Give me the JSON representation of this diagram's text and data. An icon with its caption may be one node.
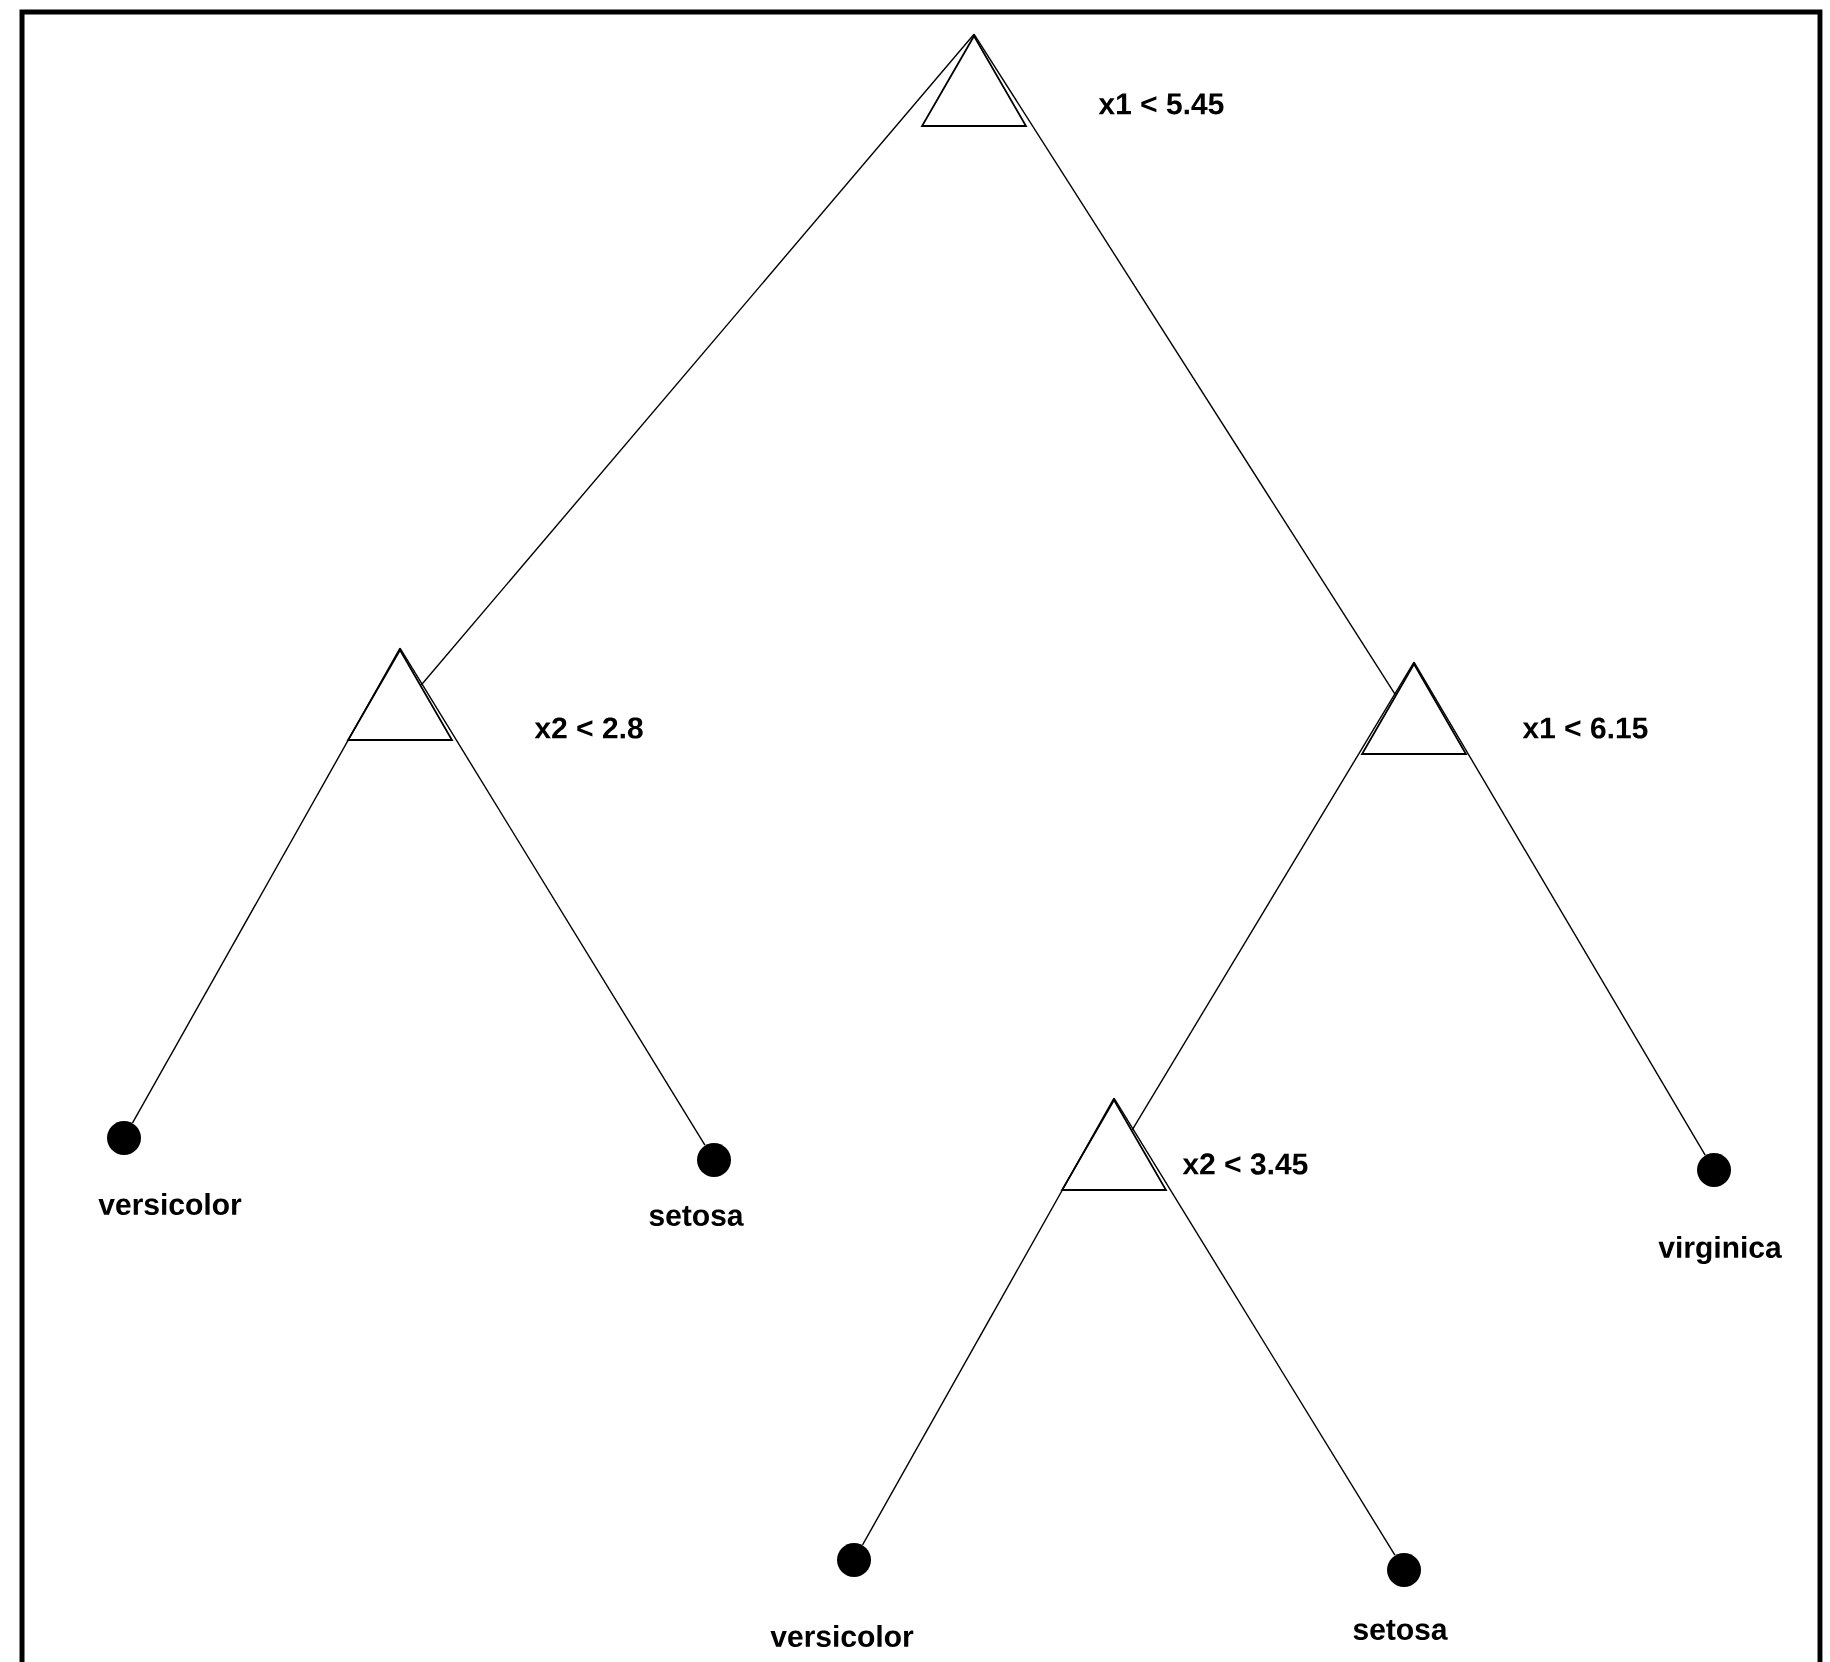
{
  "diagram": {
    "nodes": [
      {
        "text": [],
        "shape": "triangle",
        "beside": [
          "x1 < 5.45"
        ]
      },
      {
        "text": [],
        "shape": "triangle",
        "beside": [
          "x2 < 2.8"
        ]
      },
      {
        "text": [],
        "shape": "triangle",
        "beside": [
          "x1 < 6.15"
        ]
      },
      {
        "text": [],
        "shape": "circle",
        "beside": [
          "versicolor"
        ]
      },
      {
        "text": [],
        "shape": "circle",
        "beside": [
          "setosa"
        ]
      },
      {
        "text": [],
        "shape": "triangle",
        "beside": [
          "x2 < 3.45"
        ]
      },
      {
        "text": [],
        "shape": "circle",
        "beside": [
          "virginica"
        ]
      },
      {
        "text": [],
        "shape": "circle",
        "beside": [
          "versicolor"
        ]
      },
      {
        "text": [],
        "shape": "circle",
        "beside": [
          "setosa"
        ]
      }
    ],
    "edges": [
      {
        "from": 0,
        "to": 1,
        "arrow": "none"
      },
      {
        "from": 0,
        "to": 2,
        "arrow": "none"
      },
      {
        "from": 1,
        "to": 3,
        "arrow": "none"
      },
      {
        "from": 1,
        "to": 4,
        "arrow": "none"
      },
      {
        "from": 2,
        "to": 5,
        "arrow": "none"
      },
      {
        "from": 2,
        "to": 6,
        "arrow": "none"
      },
      {
        "from": 5,
        "to": 7,
        "arrow": "none"
      },
      {
        "from": 5,
        "to": 8,
        "arrow": "none"
      }
    ]
  }
}
